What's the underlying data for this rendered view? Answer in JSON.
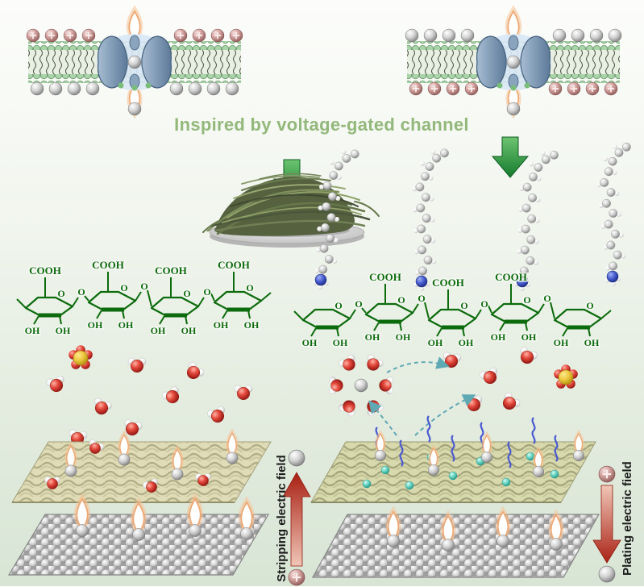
{
  "title": "Inspired by voltage-gated channel",
  "fields": {
    "stripping": "Stripping electric field",
    "plating": "Plating electric field"
  },
  "chem": {
    "cooh": "COOH",
    "oh": "OH",
    "o": "O",
    "plus_symbol": "+"
  },
  "colors": {
    "background_top": "#fcfdfb",
    "background_bottom": "#d8e5d5",
    "title_green": "#93b87b",
    "structure_green": "#0c6b0c",
    "down_arrow_green": "#2f9e44",
    "field_arrow_red": "#a81f12",
    "cation_pink": "#c08484",
    "ion_gray": "#9a9a9a",
    "lipid_head_green": "#a9d3a9",
    "channel_blue": "#6d88a5",
    "membrane_tan": "#e0dcb8",
    "surfactant_blue": "#3a50c0",
    "adsorbed_dot_cyan": "#49c2b1",
    "water_red": "#e4493c",
    "sulfate_yellow": "#edc73f",
    "flame_white": "#ffffff"
  }
}
